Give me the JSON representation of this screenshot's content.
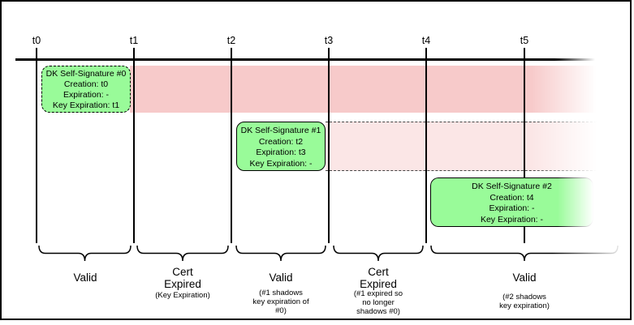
{
  "diagram": {
    "ticks": [
      "t0",
      "t1",
      "t2",
      "t3",
      "t4",
      "t5"
    ],
    "signatures": [
      {
        "title": "DK Self-Signature #0",
        "lines": [
          "Creation: t0",
          "Expiration: -",
          "Key Expiration: t1"
        ]
      },
      {
        "title": "DK Self-Signature #1",
        "lines": [
          "Creation: t2",
          "Expiration: t3",
          "Key Expiration: -"
        ]
      },
      {
        "title": "DK Self-Signature #2",
        "lines": [
          "Creation: t4",
          "Expiration: -",
          "Key Expiration: -"
        ]
      }
    ],
    "periods": [
      {
        "label": "Valid",
        "note": ""
      },
      {
        "label": "Cert\nExpired",
        "note": "(Key Expiration)"
      },
      {
        "label": "Valid",
        "note": "(#1 shadows\nkey expiration of\n#0)"
      },
      {
        "label": "Cert\nExpired",
        "note": "(#1 expired so\nno longer\nshadows #0)"
      },
      {
        "label": "Valid",
        "note": "(#2 shadows\nkey expiration)"
      }
    ],
    "colors": {
      "signature_green": "#99fb99",
      "expired_pink": "#f7caca",
      "expired_pink_light": "#fbe6e6"
    }
  }
}
